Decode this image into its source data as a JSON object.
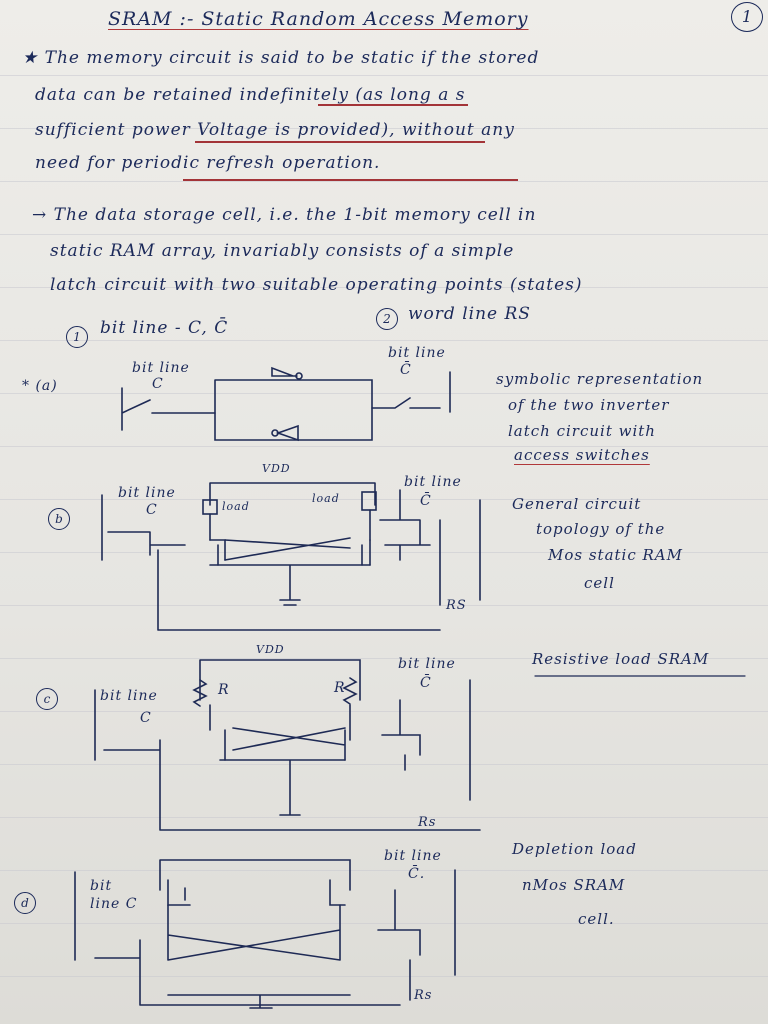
{
  "header": {
    "title": "SRAM :- Static Random Access Memory",
    "page_number": "1"
  },
  "intro": {
    "line1": "★ The memory circuit is said to be static if the stored",
    "line2": "data can be retained indefinitely (as long a s",
    "line3": "sufficient power Voltage is provided), without any",
    "line4": "need for periodic refresh operation."
  },
  "storage": {
    "line1": "→ The data storage cell, i.e. the 1-bit memory cell in",
    "line2": "static RAM array, invariably consists of a simple",
    "line3": "latch circuit with two suitable operating points (states)",
    "item1_num": "1",
    "item1": "bit line - C, C̄",
    "item2_num": "2",
    "item2": "word line  RS"
  },
  "figure_a": {
    "marker": "* (a)",
    "bitline_left": "bit line",
    "bitline_left_c": "C",
    "bitline_right": "bit line",
    "bitline_right_c": "C̄",
    "desc1": "symbolic representation",
    "desc2": "of the two inverter",
    "desc3": "latch circuit with",
    "desc4": "access switches"
  },
  "figure_b": {
    "marker": "b",
    "vdd": "VDD",
    "bitline_left": "bit line",
    "bitline_left_c": "C",
    "load_left": "load",
    "load_right": "load",
    "bitline_right": "bit line",
    "bitline_right_c": "C̄",
    "rs": "RS",
    "desc1": "General circuit",
    "desc2": "topology of the",
    "desc3": "Mos static RAM",
    "desc4": "cell"
  },
  "figure_c": {
    "marker": "c",
    "vdd": "VDD",
    "bitline_left": "bit line",
    "bitline_left_c": "C",
    "r_left": "R",
    "r_right": "R",
    "bitline_right": "bit line",
    "bitline_right_c": "C̄",
    "rs": "Rs",
    "desc1": "Resistive load SRAM"
  },
  "figure_d": {
    "marker": "d",
    "bitline_left": "bit",
    "bitline_left_c": "line C",
    "bitline_right": "bit line",
    "bitline_right_c": "C̄.",
    "rs": "Rs",
    "desc1": "Depletion load",
    "desc2": "nMos SRAM",
    "desc3": "cell."
  }
}
